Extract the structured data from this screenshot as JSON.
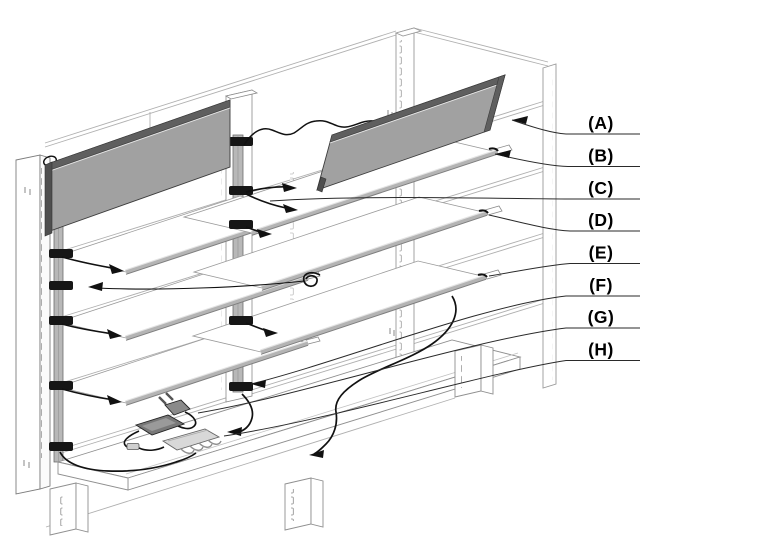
{
  "figure": {
    "description": "Isometric line diagram of a two-bay retail gondola shelving unit with LED sign panels, shelf light bars, vertical cable raceways with clips, power supply, plug and cable splitter",
    "background_color": "#ffffff",
    "outline_color": "#3a3a3a",
    "faint_line_color": "#b0b0b0",
    "panel_fill_color": "#a1a1a1",
    "panel_edge_color": "#5f5f5f",
    "light_bar_color": "#b4b4b4",
    "raceway_color": "#b8b8b8",
    "clip_color": "#161616"
  },
  "labels": [
    {
      "text": "(A)",
      "points_to": "sign-panel"
    },
    {
      "text": "(B)",
      "points_to": "top-shelf-light-bar"
    },
    {
      "text": "(C)",
      "points_to": "cable-raceway-connection"
    },
    {
      "text": "(D)",
      "points_to": "middle-shelf-light-bar"
    },
    {
      "text": "(E)",
      "points_to": "lower-shelf-light-bar"
    },
    {
      "text": "(F)",
      "points_to": "cable-clip"
    },
    {
      "text": "(G)",
      "points_to": "power-supply-plug"
    },
    {
      "text": "(H)",
      "points_to": "cable-splitter"
    }
  ]
}
